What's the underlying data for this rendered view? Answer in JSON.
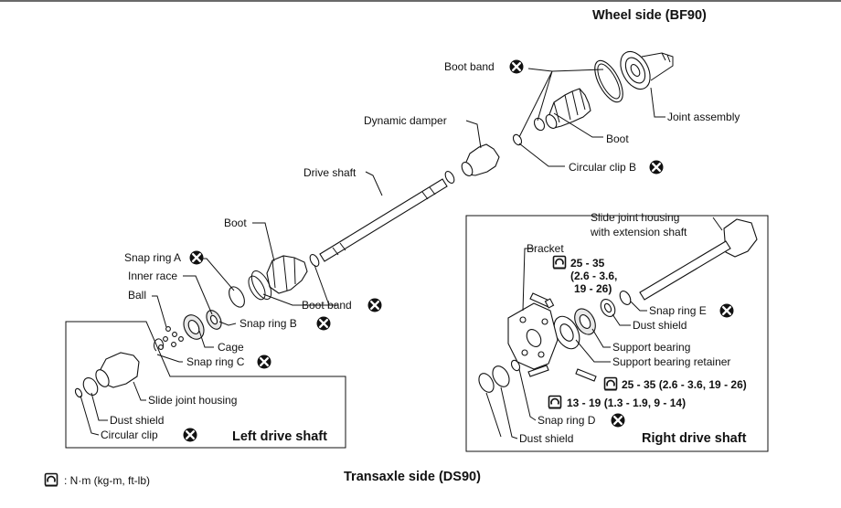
{
  "headers": {
    "wheel_side": "Wheel side (BF90)",
    "transaxle_side": "Transaxle side (DS90)",
    "left_drive_shaft": "Left drive shaft",
    "right_drive_shaft": "Right drive shaft"
  },
  "legend": {
    "torque_unit": ": N·m (kg-m, ft-lb)"
  },
  "labels": {
    "boot_band_top": "Boot band",
    "joint_assembly": "Joint assembly",
    "dynamic_damper": "Dynamic damper",
    "boot_top": "Boot",
    "circular_clip_b": "Circular clip B",
    "drive_shaft": "Drive shaft",
    "boot_left": "Boot",
    "snap_ring_a": "Snap ring A",
    "inner_race": "Inner race",
    "ball": "Ball",
    "boot_band_mid": "Boot band",
    "snap_ring_b": "Snap ring B",
    "cage": "Cage",
    "snap_ring_c": "Snap ring C",
    "slide_joint_housing": "Slide joint housing",
    "dust_shield_left": "Dust shield",
    "circular_clip": "Circular clip",
    "slide_joint_housing_ext_1": "Slide joint housing",
    "slide_joint_housing_ext_2": "with extension shaft",
    "bracket": "Bracket",
    "snap_ring_e": "Snap ring E",
    "dust_shield_right": "Dust shield",
    "support_bearing": "Support bearing",
    "support_bearing_retainer": "Support bearing retainer",
    "snap_ring_d": "Snap ring D",
    "dust_shield_bottom": "Dust shield"
  },
  "torques": {
    "bracket_1": "25 - 35",
    "bracket_2": "(2.6 - 3.6,",
    "bracket_3": "19 - 26)",
    "retainer": "25 - 35 (2.6 - 3.6, 19 - 26)",
    "lower": "13 - 19 (1.3 - 1.9, 9 - 14)"
  },
  "icons": {
    "do_not_reuse": "x-circle-icon",
    "torque": "wrench-torque-icon"
  }
}
